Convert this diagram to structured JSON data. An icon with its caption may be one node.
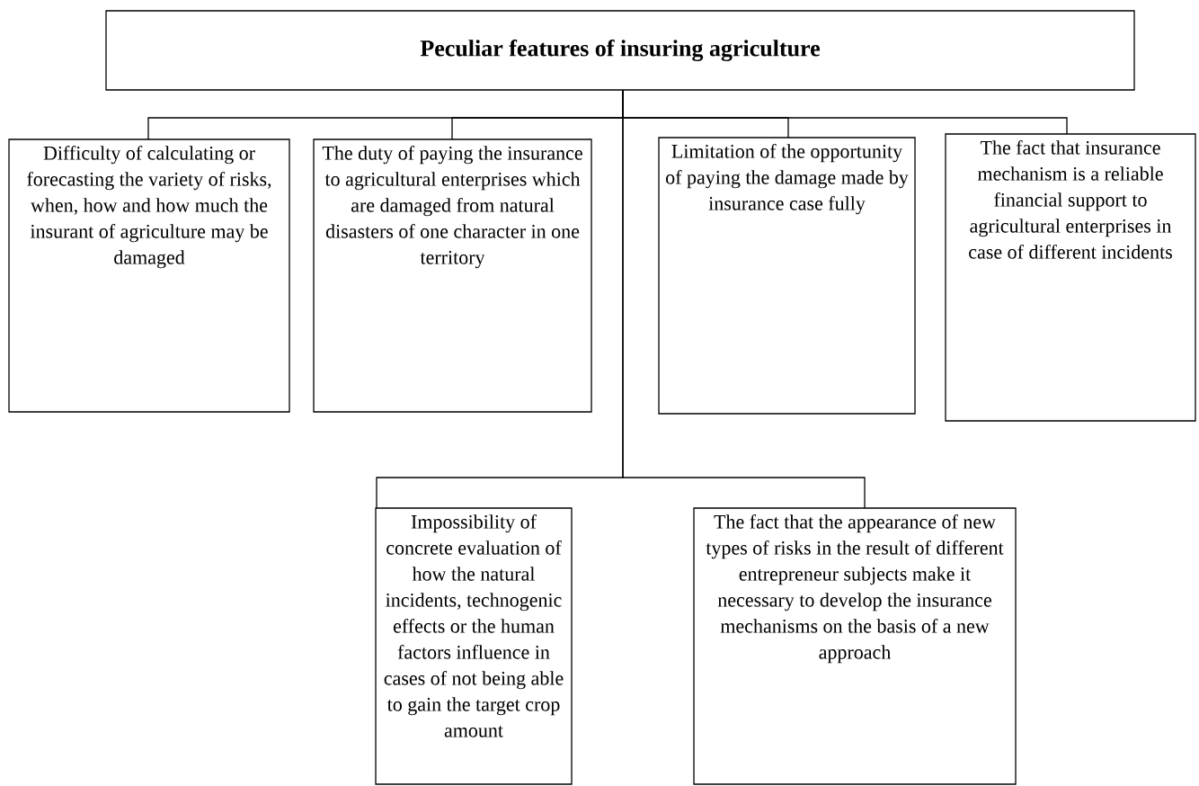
{
  "diagram": {
    "nodes": [
      {
        "text": [
          "Peculiar features of insuring agriculture"
        ]
      },
      {
        "text": [
          "Difficulty of calculating or forecasting the variety of risks, when, how and how much the insurant of agriculture may be damaged"
        ]
      },
      {
        "text": [
          "The duty of paying the insurance to agricultural enterprises which are damaged from natural disasters of one character in one territory"
        ]
      },
      {
        "text": [
          "Limitation of the opportunity of paying the damage made by insurance case fully"
        ]
      },
      {
        "text": [
          "The fact that insurance mechanism is a reliable financial support to agricultural enterprises in case of different incidents"
        ]
      },
      {
        "text": [
          "Impossibility of concrete evaluation of how the natural incidents, technogenic effects or the human factors influence in cases of not being able to gain the target crop amount"
        ]
      },
      {
        "text": [
          "The fact that the appearance of new types of risks in the result of different entrepreneur subjects make it necessary to develop the insurance mechanisms on the basis of a new approach"
        ]
      }
    ],
    "edges": [
      {
        "from": 0,
        "to": 1,
        "arrow": "none"
      },
      {
        "from": 0,
        "to": 2,
        "arrow": "none"
      },
      {
        "from": 0,
        "to": 3,
        "arrow": "none"
      },
      {
        "from": 0,
        "to": 4,
        "arrow": "none"
      },
      {
        "from": 0,
        "to": 5,
        "arrow": "none"
      },
      {
        "from": 0,
        "to": 6,
        "arrow": "none"
      }
    ]
  }
}
